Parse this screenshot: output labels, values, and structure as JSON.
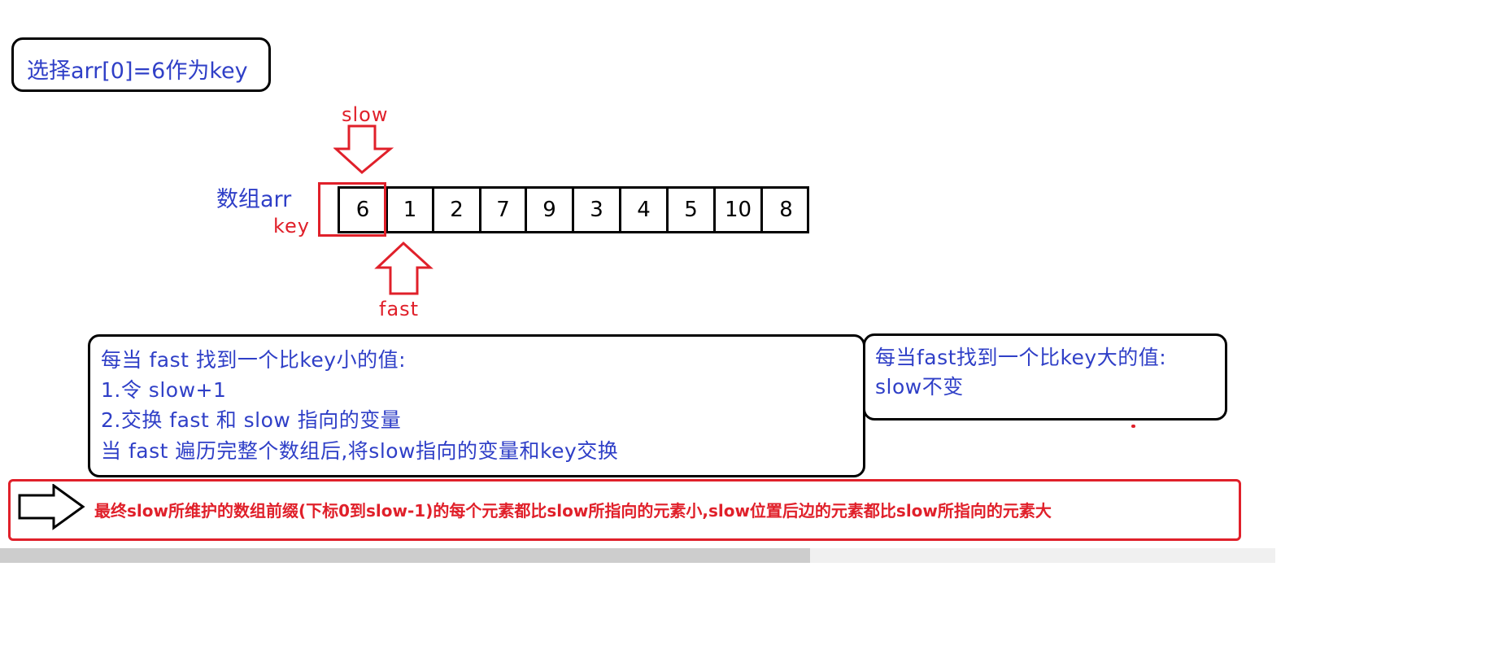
{
  "title": "选择arr[0]=6作为key",
  "array_label": "数组arr",
  "key_label": "key",
  "slow_label": "slow",
  "fast_label": "fast",
  "array": [
    "6",
    "1",
    "2",
    "7",
    "9",
    "3",
    "4",
    "5",
    "10",
    "8"
  ],
  "left_box": {
    "line1": "每当 fast 找到一个比key小的值:",
    "line2": "1.令 slow+1",
    "line3": "2.交换 fast 和  slow  指向的变量",
    "line4": "当 fast 遍历完整个数组后,将slow指向的变量和key交换"
  },
  "right_box": {
    "line1": "每当fast找到一个比key大的值:",
    "line2": "slow不变"
  },
  "conclusion": "最终slow所维护的数组前缀(下标0到slow-1)的每个元素都比slow所指向的元素小,slow位置后边的元素都比slow所指向的元素大",
  "colors": {
    "blue": "#2f3fc7",
    "red": "#e0202a",
    "black": "#000000"
  }
}
